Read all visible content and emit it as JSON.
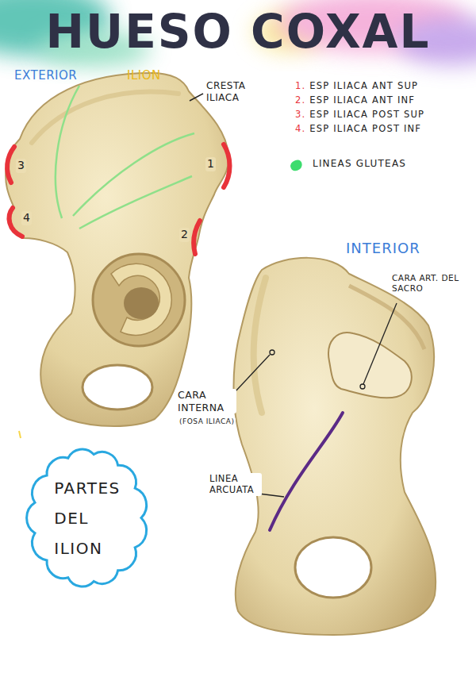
{
  "diagram": {
    "title": "HUESO COXAL",
    "nodes": [
      {
        "text": [
          "PARTES DEL ILION"
        ]
      }
    ],
    "labels": [
      "EXTERIOR",
      "ILION",
      "CRESTA ILIACA",
      "3",
      "1",
      "4",
      "2",
      "1. ESP ILIACA ANT SUP",
      "2. ESP ILIACA ANT INF",
      "3. ESP ILIACA POST SUP",
      "4. ESP ILIACA POST INF",
      "INTERIOR",
      "CARA ART. DEL SACRO",
      "CARA INTERNA",
      "(FOSA ILIACA)",
      "LINEA ARCUATA"
    ],
    "legend": [
      {
        "text": "LINEAS GLUTEAS",
        "color": "#3ddc6e"
      }
    ]
  }
}
